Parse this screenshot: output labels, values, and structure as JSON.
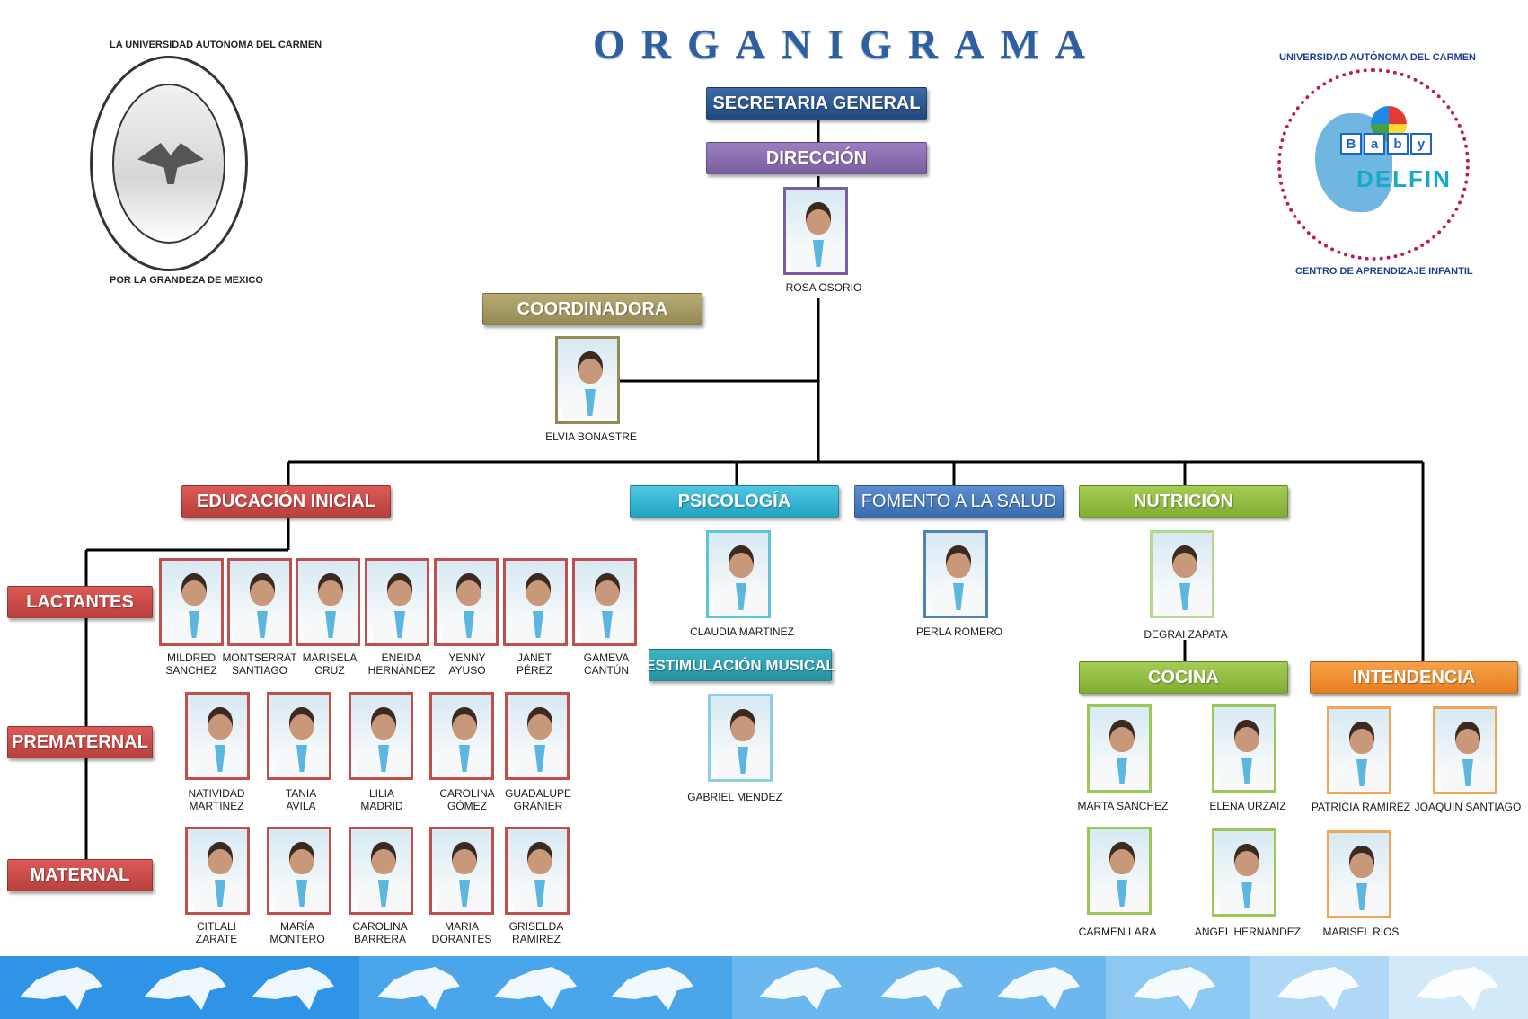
{
  "title": "ORGANIGRAMA",
  "seal": {
    "text_top": "LA UNIVERSIDAD AUTONOMA DEL CARMEN",
    "text_bottom": "POR LA GRANDEZA DE MEXICO"
  },
  "logo": {
    "text_top": "UNIVERSIDAD AUTÓNOMA DEL CARMEN",
    "blocks": [
      "B",
      "a",
      "b",
      "y"
    ],
    "word": "DELFIN",
    "text_bottom": "CENTRO DE APRENDIZAJE INFANTIL"
  },
  "colors": {
    "red": "#c0504d",
    "navy": "#1f497d",
    "purple": "#8064a2",
    "olive": "#9a8f5a",
    "cyan": "#31b2d1",
    "blue": "#4f81bd",
    "green": "#8db83a",
    "orange": "#f28c28",
    "teal": "#2c9bb0",
    "line": "#000000"
  },
  "boxes": {
    "secretaria": "SECRETARIA GENERAL",
    "direccion": "DIRECCIÓN",
    "coordinadora": "COORDINADORA",
    "educacion": "EDUCACIÓN INICIAL",
    "psicologia": "PSICOLOGÍA",
    "fomento": "FOMENTO A LA SALUD",
    "nutricion": "NUTRICIÓN",
    "estimulacion": "ESTIMULACIÓN MUSICAL",
    "cocina": "COCINA",
    "intendencia": "INTENDENCIA",
    "lactantes": "LACTANTES",
    "prematernal": "PREMATERNAL",
    "maternal": "MATERNAL"
  },
  "people": {
    "direccion": "ROSA  OSORIO",
    "coordinadora": "ELVIA BONASTRE",
    "psicologia": "CLAUDIA MARTINEZ",
    "fomento": "PERLA ROMERO",
    "nutricion": "DEGRAI ZAPATA",
    "estimulacion": "GABRIEL MENDEZ",
    "lactantes": [
      "MILDRED\nSANCHEZ",
      "MONTSERRAT\nSANTIAGO",
      "MARISELA\nCRUZ",
      "ENEIDA\nHERNÁNDEZ",
      "YENNY\nAYUSO",
      "JANET\nPÉREZ",
      "GAMEVA\nCANTÚN"
    ],
    "prematernal": [
      "NATIVIDAD\nMARTINEZ",
      "TANIA\nAVILA",
      "LILIA\nMADRID",
      "CAROLINA\nGÓMEZ",
      "GUADALUPE\nGRANIER"
    ],
    "maternal": [
      "CITLALI\nZARATE",
      "MARÍA\nMONTERO",
      "CAROLINA\nBARRERA",
      "MARIA\nDORANTES",
      "GRISELDA\nRAMIREZ"
    ],
    "cocina": [
      "MARTA SANCHEZ",
      "ELENA URZAIZ",
      "CARMEN  LARA",
      "ANGEL HERNANDEZ"
    ],
    "intendencia": [
      "PATRICIA RAMIREZ",
      "JOAQUIN SANTIAGO",
      "MARISEL RÍOS"
    ]
  }
}
